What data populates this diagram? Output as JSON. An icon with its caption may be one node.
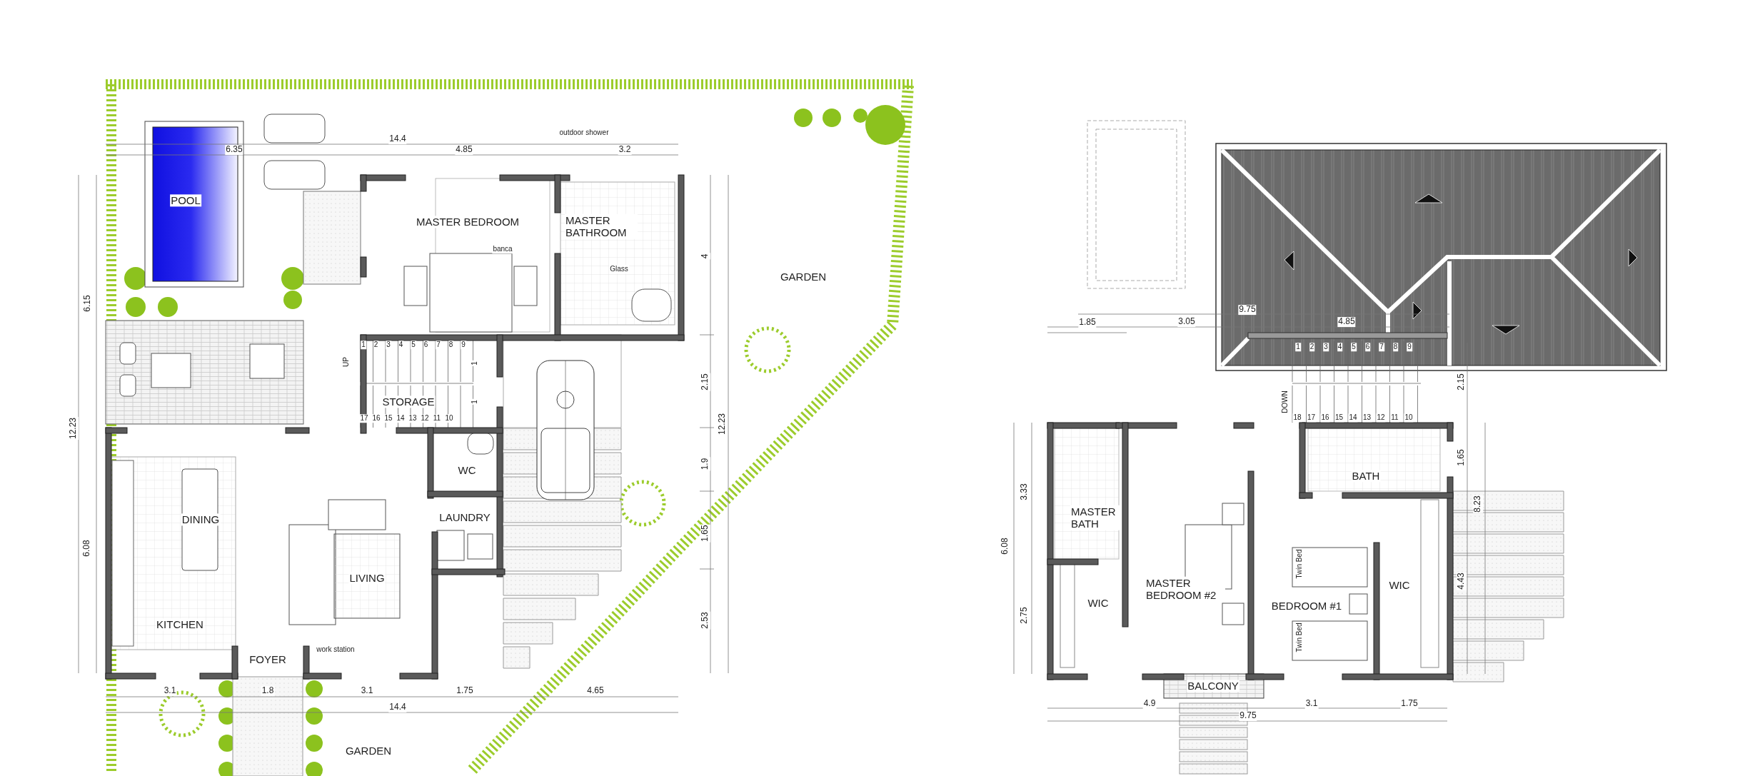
{
  "diagram": {
    "labels": [
      "14.4",
      "6.35",
      "outdoor shower",
      "4.85",
      "3.2",
      "POOL",
      "MASTER BEDROOM",
      "MASTER BATHROOM",
      "banca",
      "Glass",
      "4",
      "6.15",
      "1",
      "2",
      "3",
      "4",
      "5",
      "6",
      "7",
      "8",
      "9",
      "UP",
      "1",
      "1",
      "STORAGE",
      "17",
      "16",
      "15",
      "14",
      "13",
      "12",
      "11",
      "10",
      "12.23",
      "2.15",
      "12.23",
      "1.9",
      "WC",
      "DINING",
      "LAUNDRY",
      "1.65",
      "6.08",
      "LIVING",
      "KITCHEN",
      "2.53",
      "work station",
      "FOYER",
      "3.1",
      "1.8",
      "3.1",
      "1.75",
      "4.65",
      "14.4",
      "GARDEN",
      "GARDEN",
      "9.75",
      "1.85",
      "3.05",
      "4.85",
      "1",
      "2",
      "3",
      "4",
      "5",
      "6",
      "7",
      "8",
      "9",
      "2.15",
      "DOWN",
      "18",
      "17",
      "16",
      "15",
      "14",
      "13",
      "12",
      "11",
      "10",
      "3.33",
      "BATH",
      "1.65",
      "8.23",
      "MASTER BATH",
      "6.08",
      "Twin Bed",
      "WIC",
      "4.43",
      "MASTER BEDROOM #2",
      "WIC",
      "BEDROOM #1",
      "2.75",
      "Twin Bed",
      "BALCONY",
      "4.9",
      "3.1",
      "1.75",
      "9.75"
    ]
  }
}
